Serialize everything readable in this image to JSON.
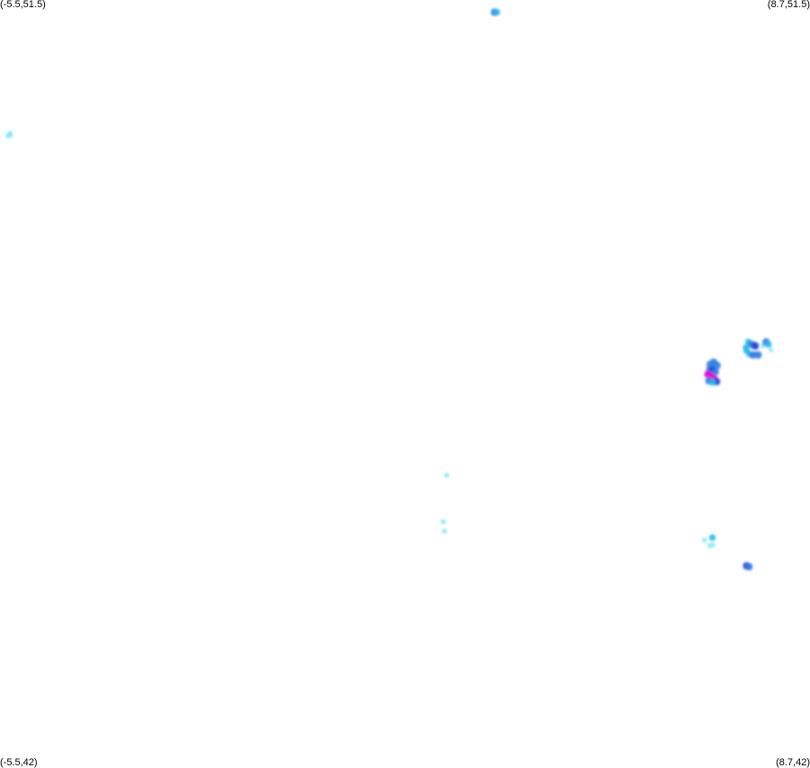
{
  "map": {
    "extent": {
      "lon_min": -5.5,
      "lon_max": 8.7,
      "lat_min": 42,
      "lat_max": 51.5
    },
    "corner_labels": {
      "top_left": "(-5.5,51.5)",
      "top_right": "(8.7,51.5)",
      "bottom_left": "(-5.5,42)",
      "bottom_right": "(8.7,42)"
    },
    "colors": {
      "light": "#7fe9f7",
      "cyan": "#25b9e8",
      "blue": "#2f7de6",
      "dark_blue": "#1f3fd8",
      "magenta": "#e100d6"
    },
    "points": [
      {
        "lon": 3.17,
        "lat": 51.35,
        "level": "blue"
      },
      {
        "lon": 3.21,
        "lat": 51.35,
        "level": "cyan"
      },
      {
        "lon": -5.33,
        "lat": 49.85,
        "level": "light"
      },
      {
        "lon": -5.31,
        "lat": 49.83,
        "level": "light"
      },
      {
        "lon": -5.36,
        "lat": 49.82,
        "level": "light"
      },
      {
        "lon": 2.33,
        "lat": 45.62,
        "level": "light"
      },
      {
        "lon": 2.27,
        "lat": 45.05,
        "level": "light"
      },
      {
        "lon": 2.29,
        "lat": 44.93,
        "level": "light"
      },
      {
        "lon": 6.95,
        "lat": 46.99,
        "level": "blue"
      },
      {
        "lon": 7.01,
        "lat": 47.02,
        "level": "blue"
      },
      {
        "lon": 7.07,
        "lat": 46.98,
        "level": "blue"
      },
      {
        "lon": 6.94,
        "lat": 46.92,
        "level": "blue"
      },
      {
        "lon": 6.99,
        "lat": 46.92,
        "level": "dark_blue"
      },
      {
        "lon": 7.04,
        "lat": 46.9,
        "level": "blue"
      },
      {
        "lon": 6.91,
        "lat": 46.87,
        "level": "magenta"
      },
      {
        "lon": 6.97,
        "lat": 46.84,
        "level": "magenta"
      },
      {
        "lon": 7.02,
        "lat": 46.82,
        "level": "magenta"
      },
      {
        "lon": 6.93,
        "lat": 46.79,
        "level": "blue"
      },
      {
        "lon": 7.06,
        "lat": 46.78,
        "level": "dark_blue"
      },
      {
        "lon": 6.99,
        "lat": 46.77,
        "level": "cyan"
      },
      {
        "lon": 7.62,
        "lat": 47.27,
        "level": "cyan"
      },
      {
        "lon": 7.68,
        "lat": 47.24,
        "level": "blue"
      },
      {
        "lon": 7.74,
        "lat": 47.22,
        "level": "dark_blue"
      },
      {
        "lon": 7.59,
        "lat": 47.16,
        "level": "cyan"
      },
      {
        "lon": 7.64,
        "lat": 47.12,
        "level": "cyan"
      },
      {
        "lon": 7.7,
        "lat": 47.11,
        "level": "blue"
      },
      {
        "lon": 7.79,
        "lat": 47.11,
        "level": "blue"
      },
      {
        "lon": 7.87,
        "lat": 47.22,
        "level": "light"
      },
      {
        "lon": 7.93,
        "lat": 47.27,
        "level": "blue"
      },
      {
        "lon": 7.97,
        "lat": 47.24,
        "level": "cyan"
      },
      {
        "lon": 8.02,
        "lat": 47.17,
        "level": "light"
      },
      {
        "lon": 7.58,
        "lat": 47.2,
        "level": "cyan"
      },
      {
        "lon": 6.85,
        "lat": 44.82,
        "level": "light"
      },
      {
        "lon": 6.99,
        "lat": 44.85,
        "level": "cyan"
      },
      {
        "lon": 6.94,
        "lat": 44.75,
        "level": "light"
      },
      {
        "lon": 7.0,
        "lat": 44.76,
        "level": "light"
      },
      {
        "lon": 7.59,
        "lat": 44.5,
        "level": "dark_blue"
      },
      {
        "lon": 7.63,
        "lat": 44.49,
        "level": "blue"
      }
    ]
  }
}
